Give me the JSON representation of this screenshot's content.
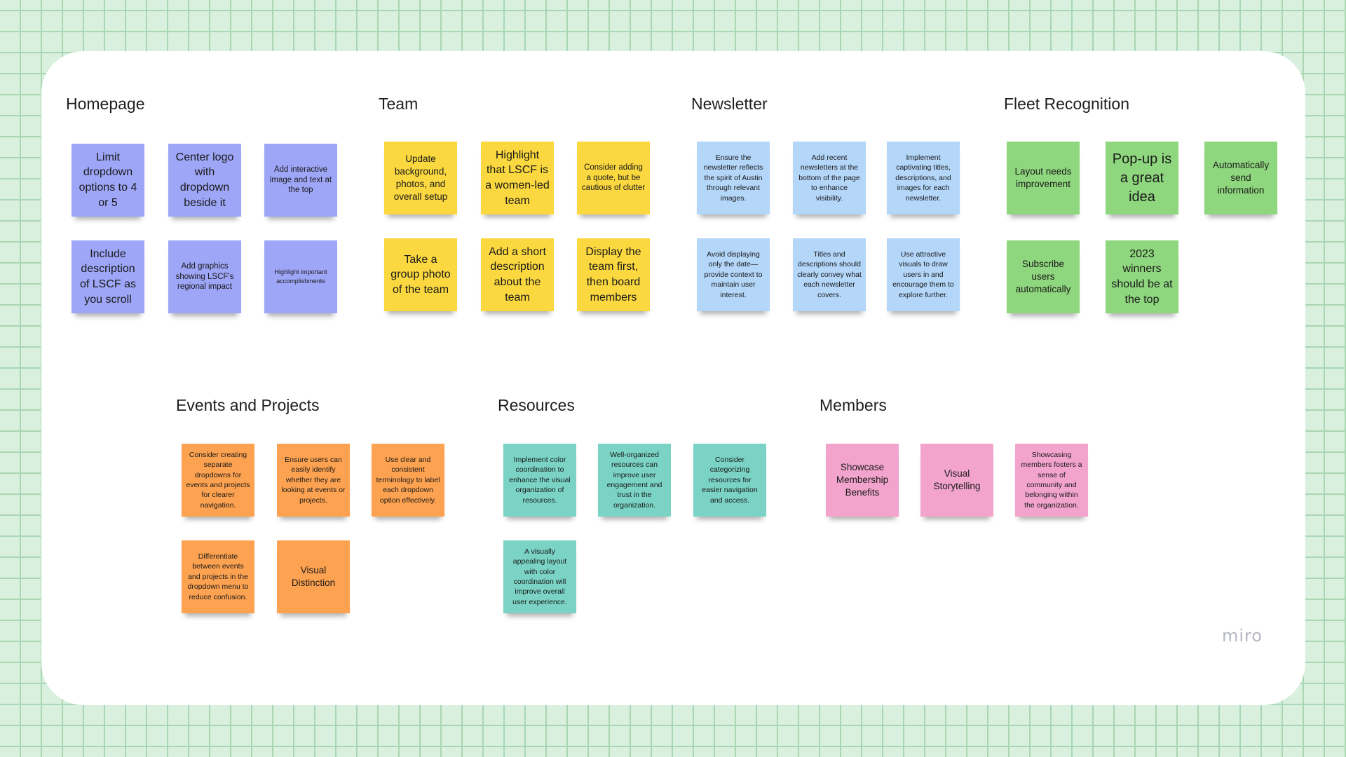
{
  "app": {
    "logo": "miro"
  },
  "sections": {
    "homepage": {
      "title": "Homepage",
      "notes": [
        "Limit dropdown options to 4 or 5",
        "Center logo with dropdown beside it",
        "Add interactive image and text at the top",
        "Include description of LSCF as you scroll",
        "Add graphics showing LSCF's regional impact",
        "Highlight important accomplishments"
      ]
    },
    "team": {
      "title": "Team",
      "notes": [
        "Update background, photos, and overall setup",
        "Highlight that LSCF is a women-led team",
        "Consider adding a quote, but be cautious of clutter",
        "Take a group photo of the team",
        "Add a short description about the team",
        "Display the team first, then board members"
      ]
    },
    "newsletter": {
      "title": "Newsletter",
      "notes": [
        "Ensure the newsletter reflects the spirit of Austin through relevant images.",
        "Add recent newsletters at the bottom of the page to enhance visibility.",
        "Implement captivating titles, descriptions, and images for each newsletter.",
        "Avoid displaying only the date—provide context to maintain user interest.",
        "Titles and descriptions should clearly convey what each newsletter covers.",
        "Use attractive visuals to draw users in and encourage them to explore further."
      ]
    },
    "fleet": {
      "title": "Fleet Recognition",
      "notes": [
        "Layout needs improvement",
        "Pop-up is a great idea",
        "Automatically send information",
        "Subscribe users automatically",
        "2023 winners should be at the top"
      ]
    },
    "events": {
      "title": "Events and Projects",
      "notes": [
        "Consider creating separate dropdowns for events and projects for clearer navigation.",
        "Ensure users can easily identify whether they are looking at events or projects.",
        "Use clear and consistent terminology to label each dropdown option effectively.",
        "Differentiate between events and projects in the dropdown menu to reduce confusion.",
        "Visual Distinction"
      ]
    },
    "resources": {
      "title": "Resources",
      "notes": [
        "Implement color coordination to enhance the visual organization of resources.",
        "Well-organized resources can improve user engagement and trust in the organization.",
        "Consider categorizing resources for easier navigation and access.",
        "A visually appealing layout with color coordination will improve overall user experience."
      ]
    },
    "members": {
      "title": "Members",
      "notes": [
        "Showcase Membership Benefits",
        "Visual Storytelling",
        "Showcasing members fosters a sense of community and belonging within the organization."
      ]
    }
  },
  "colors": {
    "purple": "#9ea6f7",
    "yellow": "#fbd83f",
    "blue": "#b3d6f9",
    "green": "#8fd77e",
    "orange": "#fda250",
    "teal": "#7ad3c5",
    "pink": "#f2a4cd",
    "grid_bg": "#d8f0dd",
    "board_bg": "#ffffff"
  }
}
